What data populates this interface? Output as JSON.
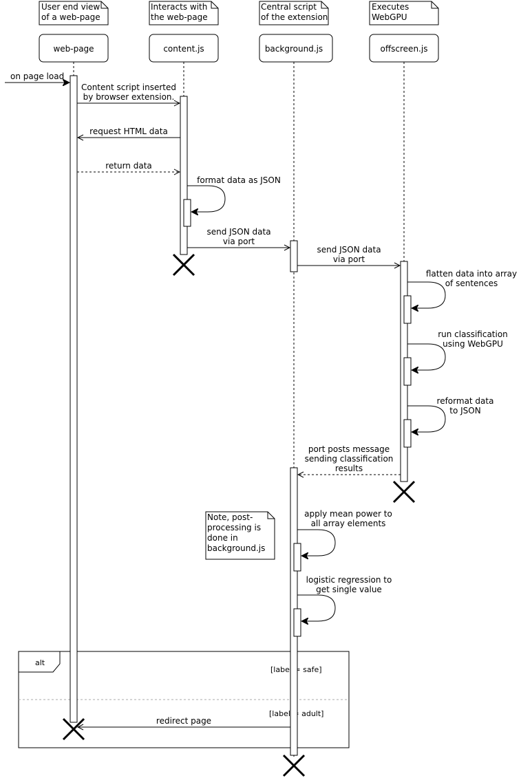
{
  "notes": [
    {
      "id": "webpage",
      "lines": [
        "User end view",
        "of a web-page"
      ]
    },
    {
      "id": "content",
      "lines": [
        "Interacts with",
        "the web-page"
      ]
    },
    {
      "id": "background",
      "lines": [
        "Central script",
        "of the extension"
      ]
    },
    {
      "id": "offscreen",
      "lines": [
        "Executes",
        "WebGPU"
      ]
    }
  ],
  "participants": [
    {
      "id": "webpage",
      "label": "web-page"
    },
    {
      "id": "content",
      "label": "content.js"
    },
    {
      "id": "background",
      "label": "background.js"
    },
    {
      "id": "offscreen",
      "label": "offscreen.js"
    }
  ],
  "messages": [
    {
      "id": "on-page-load",
      "lines": [
        "on page load"
      ]
    },
    {
      "id": "content-inserted",
      "lines": [
        "Content script inserted",
        "by browser extension."
      ]
    },
    {
      "id": "request-html",
      "lines": [
        "request HTML data"
      ]
    },
    {
      "id": "return-data",
      "lines": [
        "return data"
      ]
    },
    {
      "id": "format-json",
      "lines": [
        "format data as JSON"
      ]
    },
    {
      "id": "send-json-1",
      "lines": [
        "send JSON data",
        "via port"
      ]
    },
    {
      "id": "send-json-2",
      "lines": [
        "send JSON data",
        "via port"
      ]
    },
    {
      "id": "flatten",
      "lines": [
        "flatten data into array",
        "of sentences"
      ]
    },
    {
      "id": "classify",
      "lines": [
        "run classification",
        "using WebGPU"
      ]
    },
    {
      "id": "reformat",
      "lines": [
        "reformat data",
        "to JSON"
      ]
    },
    {
      "id": "port-posts",
      "lines": [
        "port posts message",
        "sending classification",
        "results"
      ]
    },
    {
      "id": "mean-power",
      "lines": [
        "apply mean power to",
        "all array elements"
      ]
    },
    {
      "id": "logistic",
      "lines": [
        "logistic regression to",
        "get single value"
      ]
    },
    {
      "id": "redirect",
      "lines": [
        "redirect page"
      ]
    }
  ],
  "post_note": {
    "lines": [
      "Note, post-",
      "processing is",
      "done in",
      "background.js"
    ]
  },
  "alt_frame": {
    "label": "alt",
    "guards": [
      "[label = safe]",
      "[label = adult]"
    ]
  }
}
